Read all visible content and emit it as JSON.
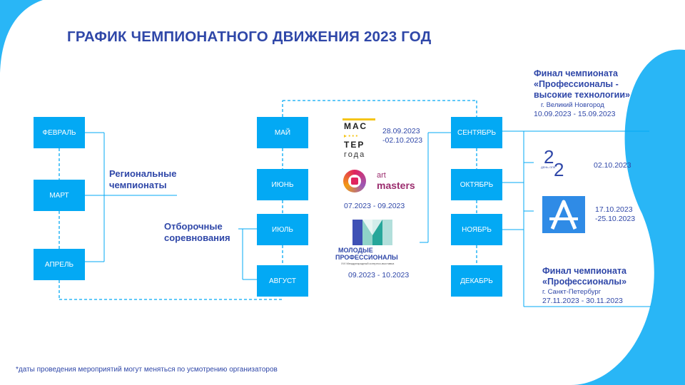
{
  "title": "ГРАФИК ЧЕМПИОНАТНОГО ДВИЖЕНИЯ 2023 ГОД",
  "regional": {
    "months": [
      "ФЕВРАЛЬ",
      "МАРТ",
      "АПРЕЛЬ"
    ],
    "label": [
      "Региональные",
      "чемпионаты"
    ]
  },
  "qualifying": {
    "months": [
      "МАЙ",
      "ИЮНЬ",
      "ИЮЛЬ",
      "АВГУСТ"
    ],
    "label": [
      "Отборочные",
      "соревнования"
    ]
  },
  "autumn": {
    "months": [
      "СЕНТЯБРЬ",
      "ОКТЯБРЬ",
      "НОЯБРЬ",
      "ДЕКАБРЬ"
    ]
  },
  "events": {
    "masters": {
      "logo_text": [
        "МАС",
        "ТЕР",
        "года"
      ],
      "dates": [
        "28.09.2023",
        "-02.10.2023"
      ]
    },
    "artmasters": {
      "logo_text": [
        "art",
        "masters"
      ],
      "dates": "07.2023  - 09.2023"
    },
    "young": {
      "logo_text": [
        "МОЛОДЫЕ",
        "ПРОФЕССИОНАЛЫ",
        "XVI Международный конгресс-выставка"
      ],
      "dates": "09.2023  - 10.2023"
    },
    "event_22": {
      "logo_text": [
        "2",
        "2",
        "ДЕНЬ ОПК"
      ],
      "dates": "02.10.2023"
    },
    "event_a": {
      "dates": [
        "17.10.2023",
        "-25.10.2023"
      ]
    }
  },
  "final_hitech": {
    "title": [
      "Финал чемпионата",
      "«Профессионалы -",
      "высокие технологии»"
    ],
    "city": "г. Великий Новгород",
    "dates": "10.09.2023 - 15.09.2023"
  },
  "final_pro": {
    "title": [
      "Финал чемпионата",
      "«Профессионалы»"
    ],
    "city": "г. Санкт-Петербург",
    "dates": "27.11.2023 - 30.11.2023"
  },
  "footnote": "*даты проведения мероприятий могут меняться по усмотрению организаторов",
  "colors": {
    "primary": "#03a9f4",
    "text": "#2f47a8",
    "accent_yellow": "#f5c518",
    "young_green": "#8fd3c8",
    "a_blue": "#2f8be6"
  },
  "icons": [
    "masters-logo",
    "artmasters-logo",
    "young-professionals-logo",
    "day22-logo",
    "a-logo"
  ]
}
